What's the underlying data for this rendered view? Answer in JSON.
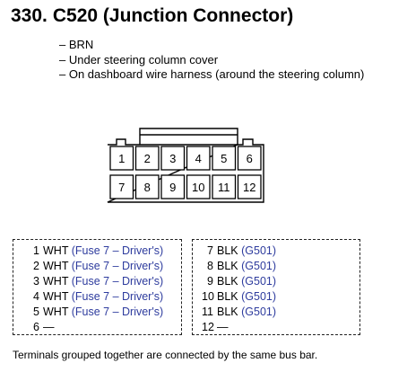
{
  "title": {
    "number": "330.",
    "text": "C520 (Junction Connector)"
  },
  "notes": [
    "– BRN",
    "– Under steering column cover",
    "– On dashboard wire harness (around the steering column)"
  ],
  "connector": {
    "pins_top": [
      "1",
      "2",
      "3",
      "4",
      "5",
      "6"
    ],
    "pins_bottom": [
      "7",
      "8",
      "9",
      "10",
      "11",
      "12"
    ]
  },
  "table_left": [
    {
      "pin": "1",
      "wire": "WHT",
      "dest": "(Fuse 7 – Driver's)"
    },
    {
      "pin": "2",
      "wire": "WHT",
      "dest": "(Fuse 7 – Driver's)"
    },
    {
      "pin": "3",
      "wire": "WHT",
      "dest": "(Fuse 7 – Driver's)"
    },
    {
      "pin": "4",
      "wire": "WHT",
      "dest": "(Fuse 7 – Driver's)"
    },
    {
      "pin": "5",
      "wire": "WHT",
      "dest": "(Fuse 7 – Driver's)"
    },
    {
      "pin": "6",
      "wire": "—",
      "dest": ""
    }
  ],
  "table_right": [
    {
      "pin": "7",
      "wire": "BLK",
      "dest": "(G501)"
    },
    {
      "pin": "8",
      "wire": "BLK",
      "dest": "(G501)"
    },
    {
      "pin": "9",
      "wire": "BLK",
      "dest": "(G501)"
    },
    {
      "pin": "10",
      "wire": "BLK",
      "dest": "(G501)"
    },
    {
      "pin": "11",
      "wire": "BLK",
      "dest": "(G501)"
    },
    {
      "pin": "12",
      "wire": "—",
      "dest": ""
    }
  ],
  "footer": "Terminals grouped together are connected by the same bus bar.",
  "colors": {
    "link": "#2e3c9e",
    "text": "#000000"
  }
}
